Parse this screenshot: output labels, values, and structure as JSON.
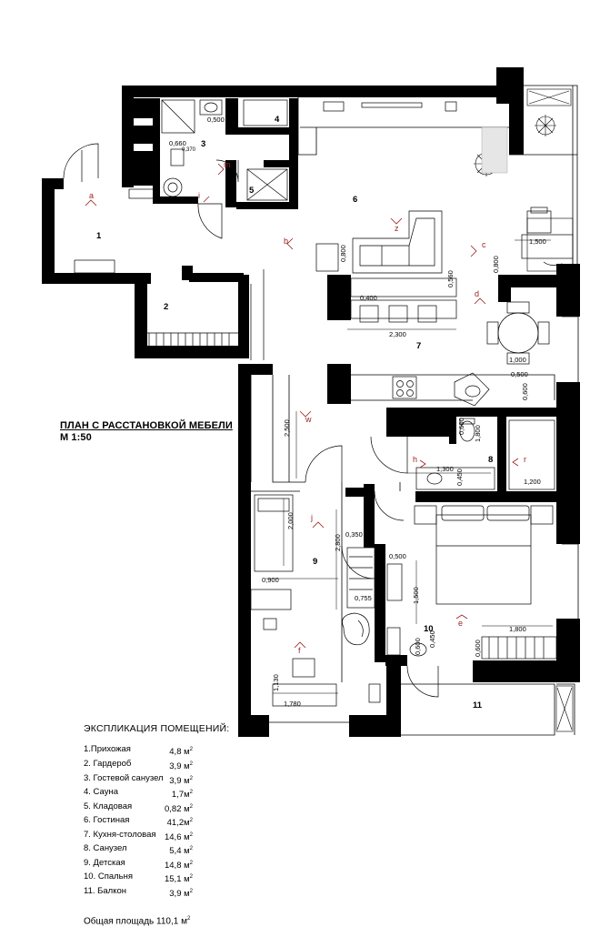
{
  "drawing": {
    "title_line1": "ПЛАН С РАССТАНОВКОЙ МЕБЕЛИ",
    "title_line2": "М 1:50"
  },
  "rooms": [
    {
      "num": "1",
      "name": "Прихожая",
      "area": "4,8 м"
    },
    {
      "num": "2",
      "name": "Гардероб",
      "area": "3,9 м"
    },
    {
      "num": "3",
      "name": "Гостевой санузел",
      "area": "3,9 м"
    },
    {
      "num": "4",
      "name": "Сауна",
      "area": "1,7м"
    },
    {
      "num": "5",
      "name": "Кладовая",
      "area": "0,82 м"
    },
    {
      "num": "6",
      "name": "Гостиная",
      "area": "41,2м"
    },
    {
      "num": "7",
      "name": "Кухня-столовая",
      "area": "14,6 м"
    },
    {
      "num": "8",
      "name": "Санузел",
      "area": "5,4 м"
    },
    {
      "num": "9",
      "name": "Детская",
      "area": "14,8 м"
    },
    {
      "num": "10",
      "name": "Спальня",
      "area": "15,1 м"
    },
    {
      "num": "11",
      "name": "Балкон",
      "area": "3,9 м"
    }
  ],
  "legend": {
    "heading": "ЭКСПЛИКАЦИЯ ПОМЕЩЕНИЙ:",
    "items": [
      "1.Прихожая",
      "2. Гардероб",
      "3. Гостевой санузел",
      "4. Сауна",
      "5. Кладовая",
      "6. Гостиная",
      "7. Кухня-столовая",
      "8. Санузел",
      "9. Детская",
      "10. Спальня",
      "11. Балкон"
    ],
    "areas": [
      "4,8 м",
      "3,9 м",
      "3,9 м",
      "1,7м",
      "0,82 м",
      "41,2м",
      "14,6 м",
      "5,4 м",
      "14,8 м",
      "15,1 м",
      "3,9 м"
    ],
    "area_unit_sup": "2",
    "total_label": "Общая площадь 110,1 м",
    "total_sup": "2"
  },
  "dimensions": [
    "0,500",
    "0,660",
    "0,370",
    "1,500",
    "0,800",
    "0,800",
    "0,560",
    "0,400",
    "2,300",
    "1,000",
    "0,500",
    "0,600",
    "2,500",
    "1,800",
    "1,300",
    "0,600",
    "0,450",
    "1,200",
    "0,350",
    "2,800",
    "2,000",
    "0,500",
    "0,900",
    "0,755",
    "1,500",
    "1,800",
    "0,600",
    "0,450",
    "0,600",
    "1,130",
    "1,780"
  ],
  "view_markers": [
    "a",
    "m",
    "i",
    "z",
    "b",
    "c",
    "d",
    "w",
    "h",
    "r",
    "j",
    "e",
    "f"
  ]
}
